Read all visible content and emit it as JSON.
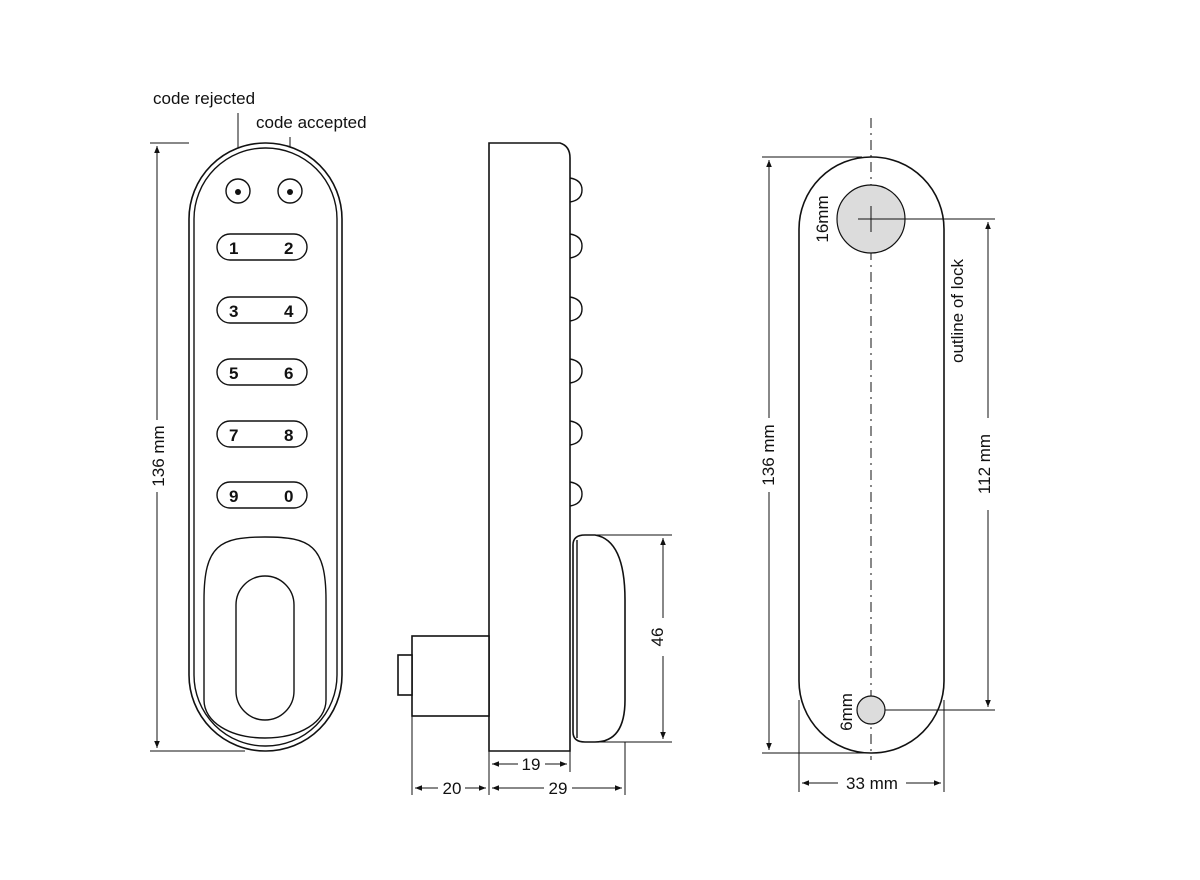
{
  "front_view": {
    "label_code_rejected": "code rejected",
    "label_code_accepted": "code accepted",
    "height_dim": "136 mm",
    "keys": [
      {
        "left": "1",
        "right": "2"
      },
      {
        "left": "3",
        "right": "4"
      },
      {
        "left": "5",
        "right": "6"
      },
      {
        "left": "7",
        "right": "8"
      },
      {
        "left": "9",
        "right": "0"
      }
    ]
  },
  "side_view": {
    "dim_19": "19",
    "dim_20": "20",
    "dim_29": "29",
    "dim_46": "46"
  },
  "back_view": {
    "height_dim": "136 mm",
    "hole_large": "16mm",
    "hole_small": "6mm",
    "outline_label": "outline of lock",
    "distance_dim": "112 mm",
    "width_dim": "33 mm"
  }
}
